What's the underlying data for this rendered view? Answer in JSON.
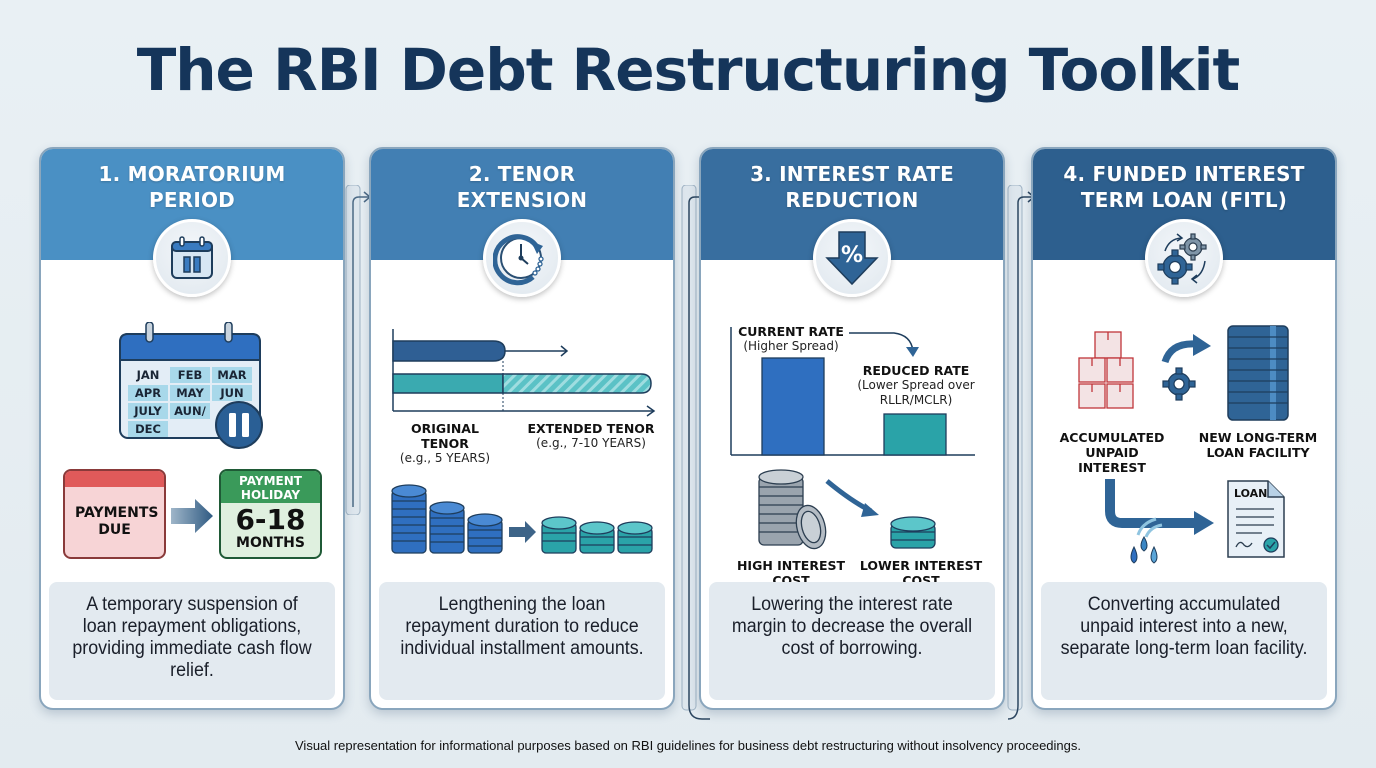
{
  "page": {
    "title": "The RBI Debt Restructuring Toolkit",
    "footer_note": "Visual representation for informational purposes based on RBI guidelines for business debt restructuring without insolvency proceedings."
  },
  "colors": {
    "background": "#e6eef3",
    "title": "#15355a",
    "header_1": "#4a90c4",
    "header_2": "#427fb3",
    "header_3": "#386e9f",
    "header_4": "#2d5f8e",
    "primary_blue": "#2f6fc0",
    "teal": "#2aa3a8",
    "payments_due_red": "#e05a5a",
    "payment_holiday_green": "#3a9a5a",
    "description_bg": "#e3eaf0"
  },
  "panels": [
    {
      "number": "1",
      "title_line1": "1. MORATORIUM",
      "title_line2": "PERIOD",
      "icon": "calendar-pause-icon",
      "calendar_months": [
        "JAN",
        "FEB",
        "MAR",
        "APR",
        "MAY",
        "JUN",
        "JULY",
        "AUN/",
        "DEC"
      ],
      "payments_due_label": "PAYMENTS DUE",
      "payment_holiday_label": "PAYMENT HOLIDAY",
      "payment_holiday_value": "6-18",
      "payment_holiday_unit": "MONTHS",
      "description": "A temporary suspension of loan repayment obligations, providing immediate cash flow relief."
    },
    {
      "number": "2",
      "title_line1": "2. TENOR",
      "title_line2": "EXTENSION",
      "icon": "clock-extend-icon",
      "original_label": "ORIGINAL TENOR",
      "original_sub": "(e.g., 5 YEARS)",
      "extended_label": "EXTENDED TENOR",
      "extended_sub": "(e.g., 7-10 YEARS)",
      "description": "Lengthening the loan repayment duration to reduce individual installment amounts."
    },
    {
      "number": "3",
      "title_line1": "3. INTEREST RATE",
      "title_line2": "REDUCTION",
      "icon": "percent-down-arrow-icon",
      "current_rate_label": "CURRENT RATE",
      "current_rate_sub": "(Higher Spread)",
      "reduced_rate_label": "REDUCED RATE",
      "reduced_rate_sub1": "(Lower Spread over",
      "reduced_rate_sub2": "RLLR/MCLR)",
      "high_cost_label1": "HIGH INTEREST",
      "high_cost_label2": "COST",
      "lower_cost_label1": "LOWER INTEREST",
      "lower_cost_label2": "COST",
      "description": "Lowering the interest rate margin to decrease the overall cost of borrowing."
    },
    {
      "number": "4",
      "title_line1": "4. FUNDED INTEREST",
      "title_line2": "TERM LOAN (FITL)",
      "icon": "gears-cycle-icon",
      "accumulated_label1": "ACCUMULATED",
      "accumulated_label2": "UNPAID",
      "accumulated_label3": "INTEREST",
      "new_loan_label1": "NEW LONG-TERM",
      "new_loan_label2": "LOAN FACILITY",
      "loan_doc_label": "LOAN",
      "description": "Converting accumulated unpaid interest into a new, separate long-term loan facility."
    }
  ]
}
